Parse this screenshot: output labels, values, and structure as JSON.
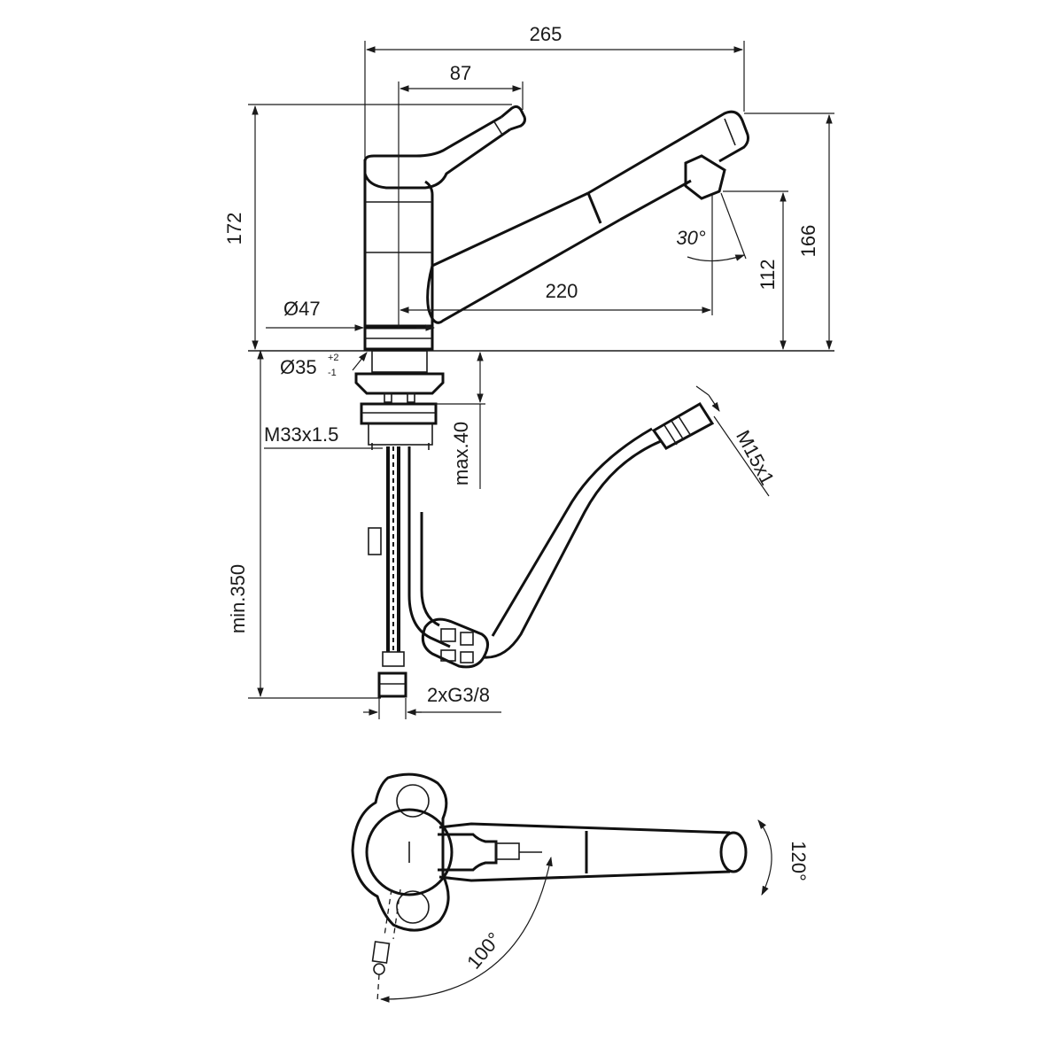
{
  "diagram": {
    "side_view": {
      "dim_overall_length": "265",
      "dim_lever_reach": "87",
      "dim_total_height": "172",
      "dim_spout_height": "166",
      "dim_outlet_height": "112",
      "dim_spout_reach": "220",
      "dim_spray_angle": "30°",
      "dim_body_diameter": "Ø47",
      "dim_hole_diameter": "Ø35",
      "dim_hole_tol_plus": "+2",
      "dim_hole_tol_minus": "-1",
      "dim_thread_mount": "M33x1.5",
      "dim_deck_thickness": "max.40",
      "dim_hose_length": "min.350",
      "dim_connections": "2xG3/8",
      "dim_hose_thread": "M15x1"
    },
    "top_view": {
      "dim_spout_swivel": "120°",
      "dim_hose_swivel": "100°"
    }
  }
}
